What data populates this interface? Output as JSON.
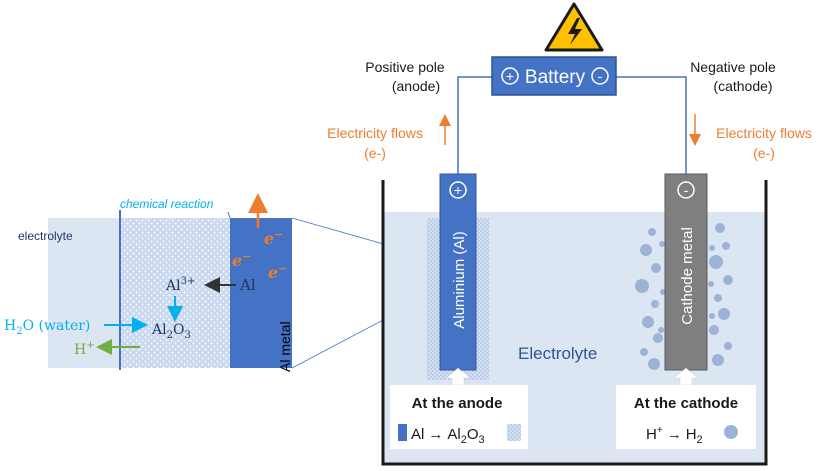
{
  "battery": {
    "label": "Battery",
    "plus_symbol": "+",
    "minus_symbol": "-",
    "warning_icon": "high-voltage-warning-icon"
  },
  "poles": {
    "positive_line1": "Positive pole",
    "positive_line2": "(anode)",
    "negative_line1": "Negative pole",
    "negative_line2": "(cathode)"
  },
  "flows": {
    "left_line1": "Electricity flows",
    "left_line2": "(e-)",
    "right_line1": "Electricity flows",
    "right_line2": "(e-)"
  },
  "electrodes": {
    "anode_label": "Aluminium (Al)",
    "anode_symbol": "+",
    "cathode_label": "Cathode metal",
    "cathode_symbol": "-"
  },
  "tank": {
    "electrolyte_label": "Electrolyte"
  },
  "anode_box": {
    "title": "At the anode",
    "eq_left": "Al",
    "arrow": "→",
    "eq_right_main": "Al",
    "eq_right_sub1": "2",
    "eq_right_mid": "O",
    "eq_right_sub2": "3"
  },
  "cathode_box": {
    "title": "At the cathode",
    "eq_left_main": "H",
    "eq_left_sup": "+",
    "arrow": "→",
    "eq_right_main": "H",
    "eq_right_sub": "2"
  },
  "zoom": {
    "chemical_reaction": "chemical reaction",
    "electrolyte": "electrolyte",
    "al_metal": "Al metal",
    "e_minus": "e",
    "e_sup": "−",
    "al_ion_main": "Al",
    "al_ion_sup": "3+",
    "al": "Al",
    "al2o3_main": "Al",
    "al2o3_sub1": "2",
    "al2o3_mid": "O",
    "al2o3_sub2": "3",
    "water_main": "H",
    "water_sub": "2",
    "water_rest": "O (water)",
    "h_plus_main": "H",
    "h_plus_sup": "+"
  },
  "colors": {
    "electrolyte": "#dce6f3",
    "anode_blue": "#4472c4",
    "battery_blue": "#4472c4",
    "cathode_grey": "#7f7f7f",
    "bubble": "#9db3d6",
    "orange": "#ed7d31",
    "cyan": "#00b0f0",
    "green": "#70ad47",
    "text_blue": "#2f5597"
  }
}
